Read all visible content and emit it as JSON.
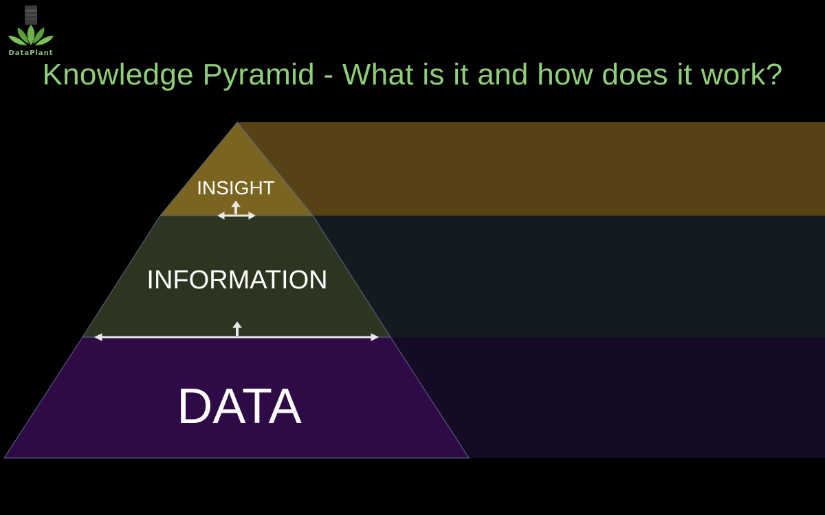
{
  "logo": {
    "name": "DataPlant",
    "icon": "lotus-leaf-icon"
  },
  "header": {
    "title": "Knowledge Pyramid - What is it and how does it work?"
  },
  "pyramid": {
    "layers": [
      {
        "label": "INSIGHT",
        "color": "#7a6420",
        "band_color": "#574216"
      },
      {
        "label": "INFORMATION",
        "color": "#2d3520",
        "band_color": "#141b20"
      },
      {
        "label": "DATA",
        "color": "#2e0b46",
        "band_color": "#160b24"
      }
    ]
  },
  "colors": {
    "background": "#000000",
    "title": "#8fcf7a",
    "arrow": "#e8e8e8"
  }
}
